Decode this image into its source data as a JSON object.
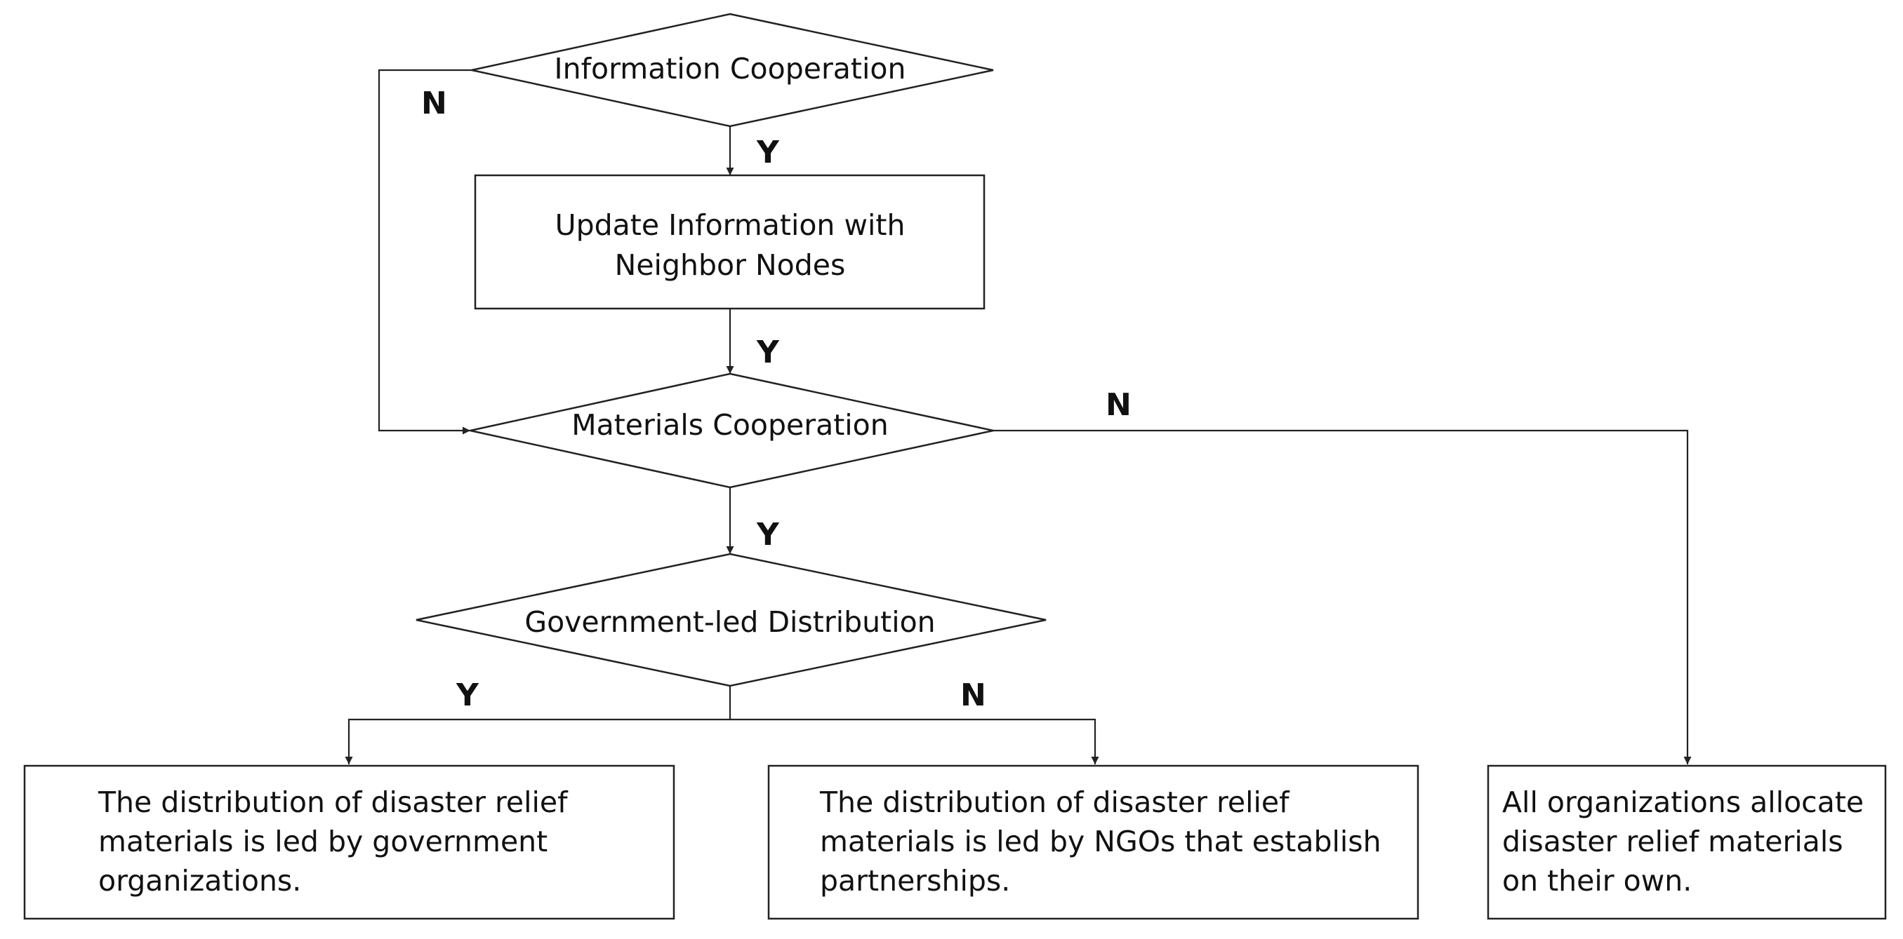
{
  "nodes": {
    "info_coop": {
      "label": "Information Cooperation"
    },
    "update_info": {
      "lines": [
        "Update Information with",
        "Neighbor Nodes"
      ]
    },
    "materials_coop": {
      "label": "Materials Cooperation"
    },
    "gov_led": {
      "label": "Government-led Distribution"
    },
    "result_gov": {
      "lines": [
        "The distribution of disaster relief",
        "materials is led by government",
        "organizations."
      ]
    },
    "result_ngo": {
      "lines": [
        "The distribution of disaster relief",
        "materials is led by NGOs that establish",
        "partnerships."
      ]
    },
    "result_all": {
      "lines": [
        "All organizations allocate",
        "disaster relief materials",
        "on their own."
      ]
    }
  },
  "edge_labels": {
    "info_no": "N",
    "info_yes": "Y",
    "update_yes": "Y",
    "materials_no": "N",
    "materials_yes": "Y",
    "gov_yes": "Y",
    "gov_no": "N"
  }
}
